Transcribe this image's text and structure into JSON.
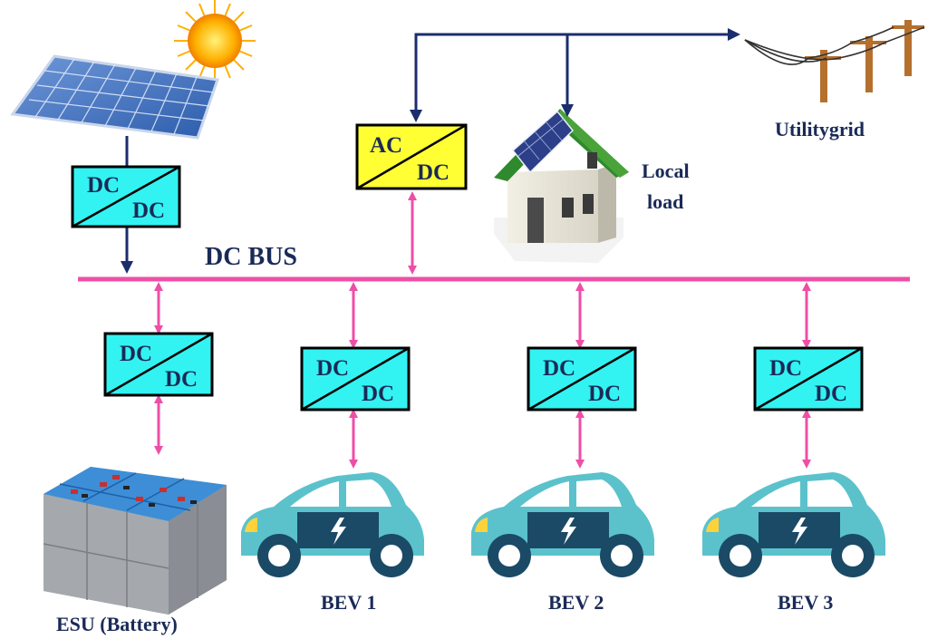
{
  "bus_label": "DC BUS",
  "colors": {
    "bus": "#ee4fa6",
    "control_arrow": "#1a2e6e",
    "converter_cyan": "#33f2f2",
    "converter_yellow": "#ffff33",
    "car_body": "#5bc2cc",
    "car_window": "#1b4a66"
  },
  "converters": {
    "solar": {
      "top": "DC",
      "bottom": "DC"
    },
    "grid": {
      "top": "AC",
      "bottom": "DC"
    },
    "esu": {
      "top": "DC",
      "bottom": "DC"
    },
    "bev1": {
      "top": "DC",
      "bottom": "DC"
    },
    "bev2": {
      "top": "DC",
      "bottom": "DC"
    },
    "bev3": {
      "top": "DC",
      "bottom": "DC"
    }
  },
  "labels": {
    "utility_grid": "Utilitygrid",
    "local_load_line1": "Local",
    "local_load_line2": "load",
    "esu": "ESU (Battery)",
    "bev1": "BEV 1",
    "bev2": "BEV 2",
    "bev3": "BEV 3"
  },
  "icons": [
    "sun-icon",
    "solar-panel-icon",
    "house-icon",
    "utility-pole-icon",
    "battery-pack-icon",
    "electric-car-icon"
  ]
}
